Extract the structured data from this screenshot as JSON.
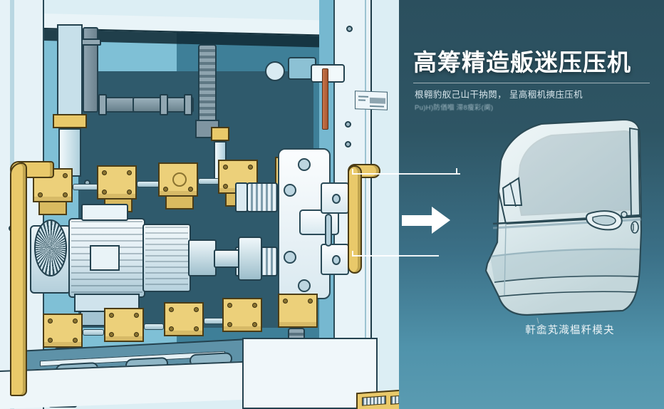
{
  "page": {
    "kind": "industrial-product-illustration",
    "background_dark": "#2b4f5e",
    "background_light": "#5a9bb1",
    "accent_yellow": "#e9c96a",
    "accent_white": "#ffffff",
    "machine_blue": "#3e7f98",
    "machine_dark": "#2f5a6c"
  },
  "right_panel": {
    "title": "高筹精造舨迷压压机",
    "subtitle": "根翱豹舣己山干抐閦， 呈高秵机摤庒压机",
    "subtitle_en": "Pu)H)防偤嗰 滞8瘦彩(阒)",
    "caption": "軒嵞芄渽榅粁模夬",
    "arrow_icon": "right-arrow-icon",
    "callouts": [
      {
        "id": "callout-upper",
        "label": ""
      },
      {
        "id": "callout-lower",
        "label": ""
      }
    ]
  },
  "product": {
    "name": "car-front-door-panel",
    "description": "automotive front door stamped panel"
  },
  "machine": {
    "name": "servo-transfer-press",
    "parts": [
      {
        "name": "electric-motor"
      },
      {
        "name": "gearbox"
      },
      {
        "name": "drive-coupling"
      },
      {
        "name": "hydraulic-piping"
      },
      {
        "name": "corrugated-hose"
      },
      {
        "name": "yellow-die-block"
      },
      {
        "name": "compression-spring"
      },
      {
        "name": "sprocket-gear"
      },
      {
        "name": "hinge-die-part"
      },
      {
        "name": "guard-rail"
      },
      {
        "name": "conveyor-rail"
      },
      {
        "name": "control-vent-panel"
      },
      {
        "name": "nameplate-placard"
      }
    ]
  }
}
